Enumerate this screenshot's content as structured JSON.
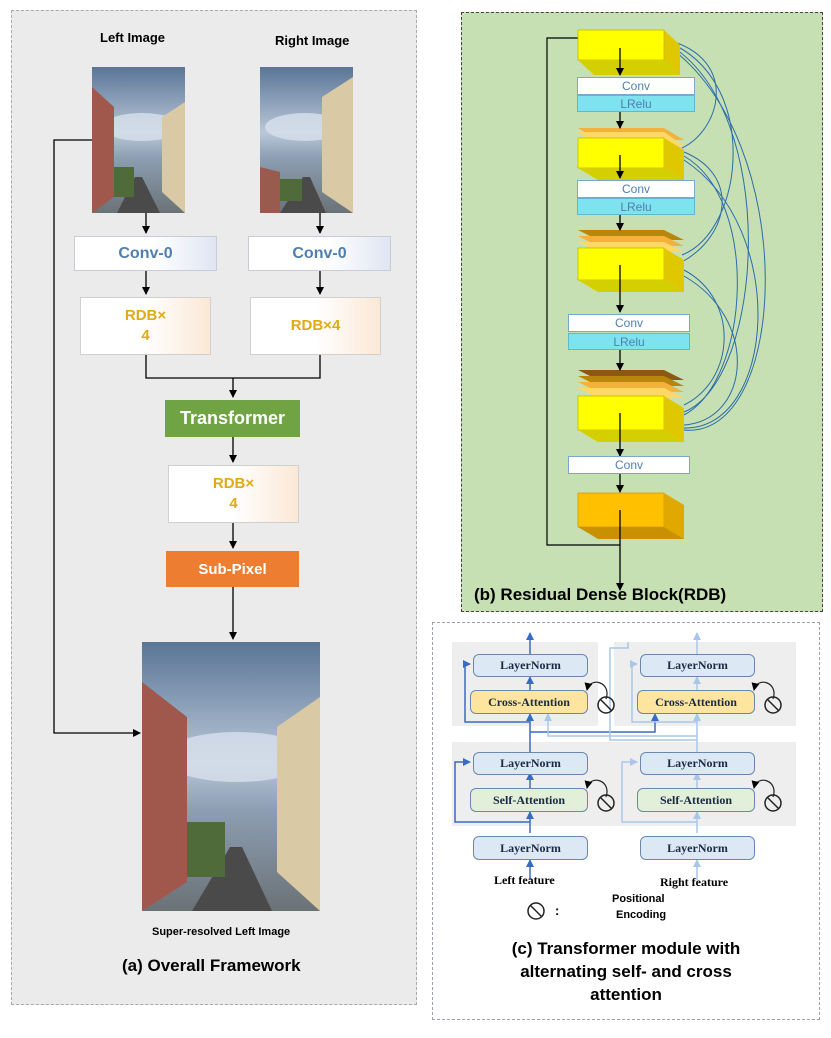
{
  "panel_a": {
    "caption": "(a) Overall Framework",
    "left_image_label": "Left Image",
    "right_image_label": "Right Image",
    "conv0_left": "Conv-0",
    "conv0_right": "Conv-0",
    "rdb_left_line1": "RDB×",
    "rdb_left_line2": "4",
    "rdb_right": "RDB×4",
    "transformer": "Transformer",
    "rdb_mid_line1": "RDB×",
    "rdb_mid_line2": "4",
    "subpixel": "Sub-Pixel",
    "output_label": "Super-resolved Left Image"
  },
  "panel_b": {
    "caption": "(b) Residual Dense Block(RDB)",
    "conv_1": "Conv",
    "lrelu_1": "LRelu",
    "conv_2": "Conv",
    "lrelu_2": "LRelu",
    "conv_3": "Conv",
    "lrelu_3": "LRelu",
    "conv_4": "Conv"
  },
  "panel_c": {
    "caption_line1": "(c) Transformer module with",
    "caption_line2": "alternating self- and cross",
    "caption_line3": "attention",
    "left": {
      "layernorm_top": "LayerNorm",
      "cross_attention": "Cross-Attention",
      "layernorm_mid": "LayerNorm",
      "self_attention": "Self-Attention",
      "layernorm_bottom": "LayerNorm",
      "feature_label": "Left feature"
    },
    "right": {
      "layernorm_top": "LayerNorm",
      "cross_attention": "Cross-Attention",
      "layernorm_mid": "LayerNorm",
      "self_attention": "Self-Attention",
      "layernorm_bottom": "LayerNorm",
      "feature_label": "Right feature"
    },
    "legend_colon": ":",
    "legend_line1": "Positional",
    "legend_line2": "Encoding"
  },
  "colors": {
    "panel_a_bg": "#ebebeb",
    "panel_b_bg": "#c6e0b4",
    "transformer": "#6fa343",
    "subpixel": "#ed7d31",
    "rdb_text": "#e0ab12",
    "conv_text": "#4f7fb0",
    "feature_yellow": "#ffff00",
    "dark_arrow": "#3a6bc4",
    "light_arrow": "#a9c6ea"
  }
}
